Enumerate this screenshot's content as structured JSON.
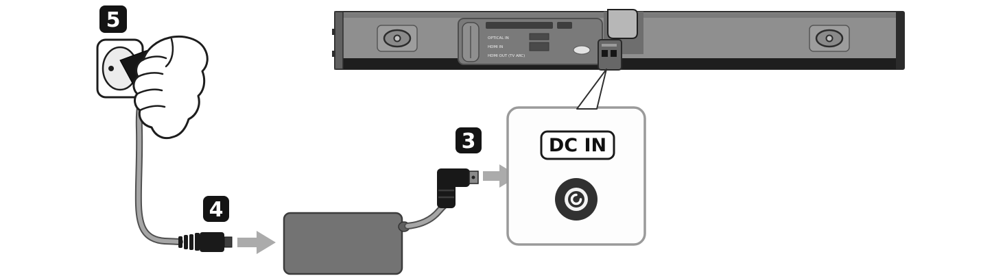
{
  "diagram": {
    "steps": {
      "outlet_step": "5",
      "cord_step": "4",
      "dc_plug_step": "3"
    },
    "callout": {
      "label": "DC IN"
    },
    "soundbar": {
      "port_labels": [
        "OPTICAL IN",
        "HDMI IN",
        "HDMI OUT (TV ARC)"
      ]
    },
    "colors": {
      "badge_bg": "#141414",
      "badge_text": "#ffffff",
      "soundbar_body": "#8f8f8f",
      "soundbar_recess": "#7a7a7a",
      "soundbar_bottom_strip": "#1e1e1e",
      "adapter_body": "#737373",
      "cable": "#a6a6a6",
      "arrow": "#ababab",
      "plug": "#181818",
      "callout_border": "#9a9a9a",
      "outline": "#1d1d1d"
    }
  }
}
